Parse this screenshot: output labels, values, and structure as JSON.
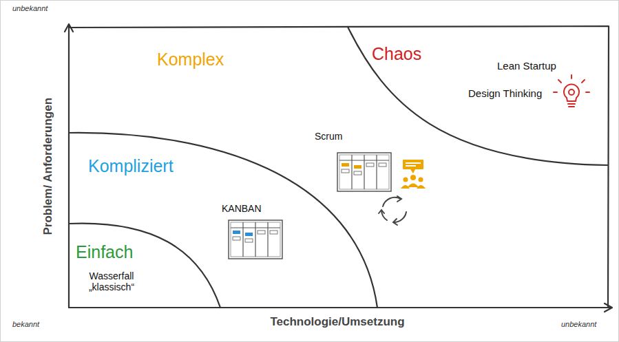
{
  "diagram": {
    "labels": [
      "unbekannt",
      "Problem/ Anforderungen",
      "Komplex",
      "Chaos",
      "Lean Startup",
      "Design Thinking",
      "Kompliziert",
      "Scrum",
      "KANBAN",
      "Einfach",
      "Wasserfall „klassisch“",
      "bekannt",
      "Technologie/Umsetzung",
      "unbekannt"
    ]
  }
}
